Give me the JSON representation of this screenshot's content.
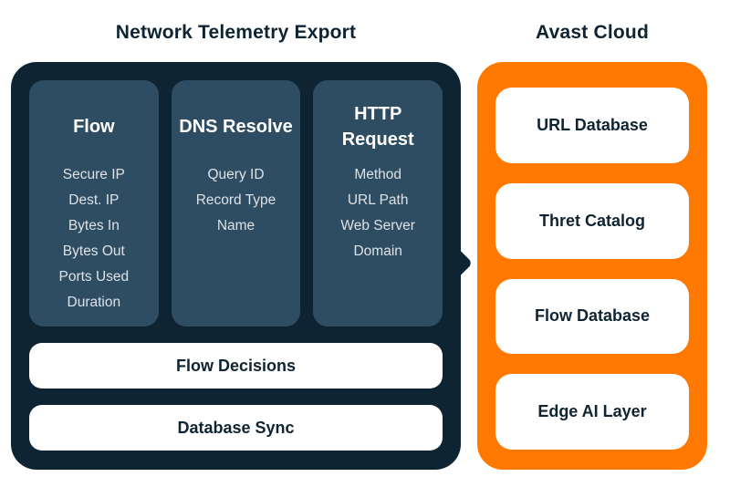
{
  "titles": {
    "left": "Network Telemetry Export",
    "right": "Avast Cloud"
  },
  "colors": {
    "panel_dark": "#0F2433",
    "column_fill": "#2E4D63",
    "panel_orange": "#FF7800",
    "box_white": "#FFFFFF",
    "text_dark": "#0F2433",
    "text_light": "#DCE2E7"
  },
  "telemetry_panel": {
    "columns": [
      {
        "heading": "Flow",
        "items": [
          "Secure IP",
          "Dest. IP",
          "Bytes In",
          "Bytes Out",
          "Ports Used",
          "Duration"
        ]
      },
      {
        "heading": "DNS Resolve",
        "items": [
          "Query ID",
          "Record Type",
          "Name"
        ]
      },
      {
        "heading": "HTTP Request",
        "items": [
          "Method",
          "URL Path",
          "Web Server Domain"
        ]
      }
    ],
    "bars": [
      "Flow Decisions",
      "Database Sync"
    ]
  },
  "cloud_panel": {
    "boxes": [
      "URL Database",
      "Thret Catalog",
      "Flow Database",
      "Edge AI Layer"
    ]
  }
}
